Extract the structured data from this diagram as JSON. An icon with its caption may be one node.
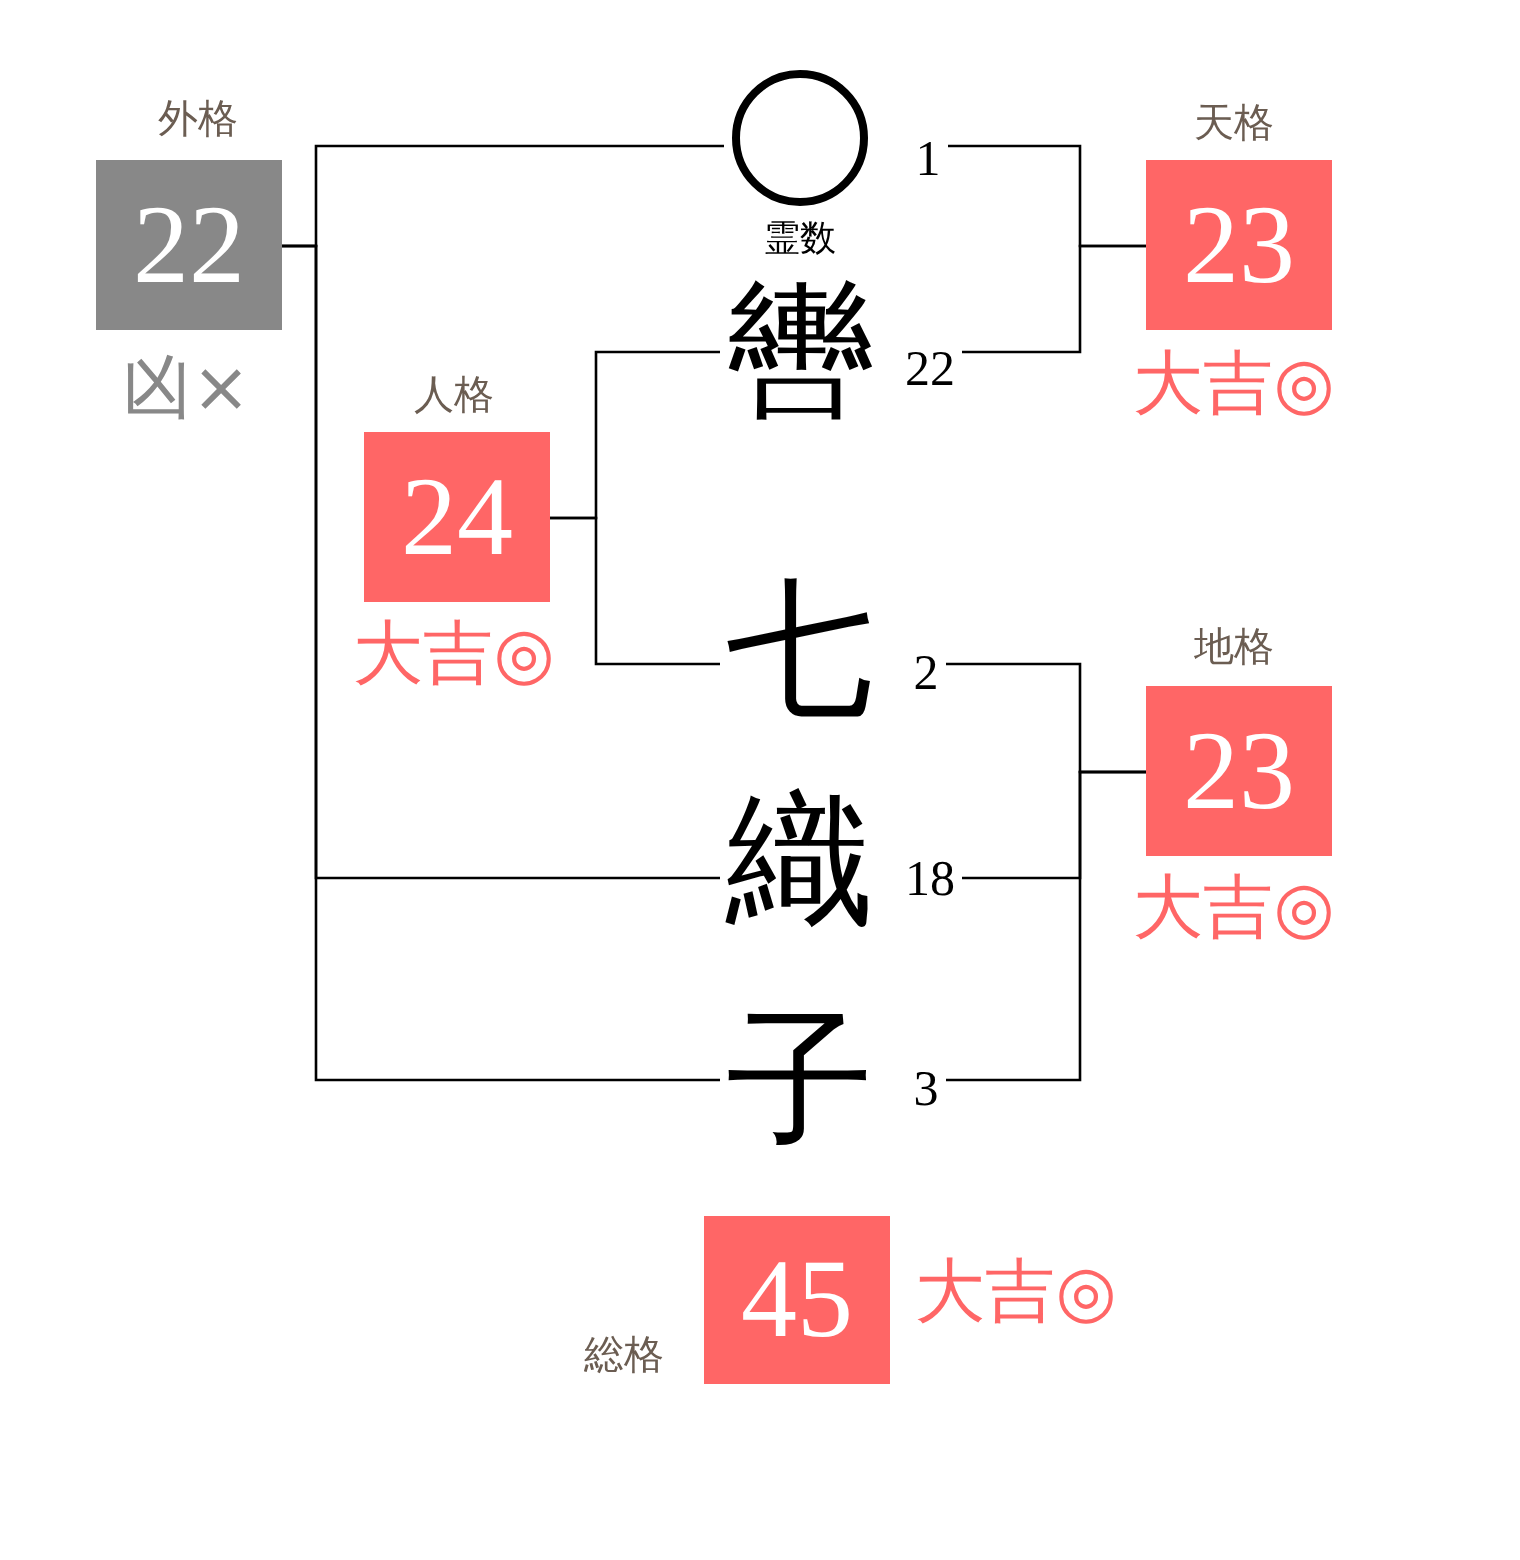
{
  "diagram": {
    "nodes": [
      {
        "text": [
          "外格",
          "22"
        ],
        "beside": [
          "凶×"
        ]
      },
      {
        "text": [],
        "shape": "circle",
        "beside": [
          "1",
          "霊数"
        ]
      },
      {
        "text": [
          "天格",
          "23"
        ],
        "beside": [
          "大吉◎"
        ]
      },
      {
        "text": [
          "轡"
        ],
        "beside": [
          "22"
        ]
      },
      {
        "text": [
          "人格",
          "24"
        ],
        "beside": [
          "大吉◎"
        ]
      },
      {
        "text": [
          "七"
        ],
        "beside": [
          "2"
        ]
      },
      {
        "text": [
          "地格",
          "23"
        ],
        "beside": [
          "大吉◎"
        ]
      },
      {
        "text": [
          "織"
        ],
        "beside": [
          "18"
        ]
      },
      {
        "text": [
          "子"
        ],
        "beside": [
          "3"
        ]
      },
      {
        "text": [
          "総格",
          "45"
        ],
        "beside": [
          "大吉◎"
        ]
      }
    ],
    "edges": [
      {
        "from": 1,
        "to": 0,
        "arrow": "none"
      },
      {
        "from": 7,
        "to": 0,
        "arrow": "none"
      },
      {
        "from": 8,
        "to": 0,
        "arrow": "none"
      },
      {
        "from": 1,
        "to": 2,
        "arrow": "none"
      },
      {
        "from": 3,
        "to": 2,
        "arrow": "none"
      },
      {
        "from": 3,
        "to": 4,
        "arrow": "none"
      },
      {
        "from": 5,
        "to": 4,
        "arrow": "none"
      },
      {
        "from": 5,
        "to": 6,
        "arrow": "none"
      },
      {
        "from": 7,
        "to": 6,
        "arrow": "none"
      },
      {
        "from": 8,
        "to": 6,
        "arrow": "none"
      }
    ]
  }
}
